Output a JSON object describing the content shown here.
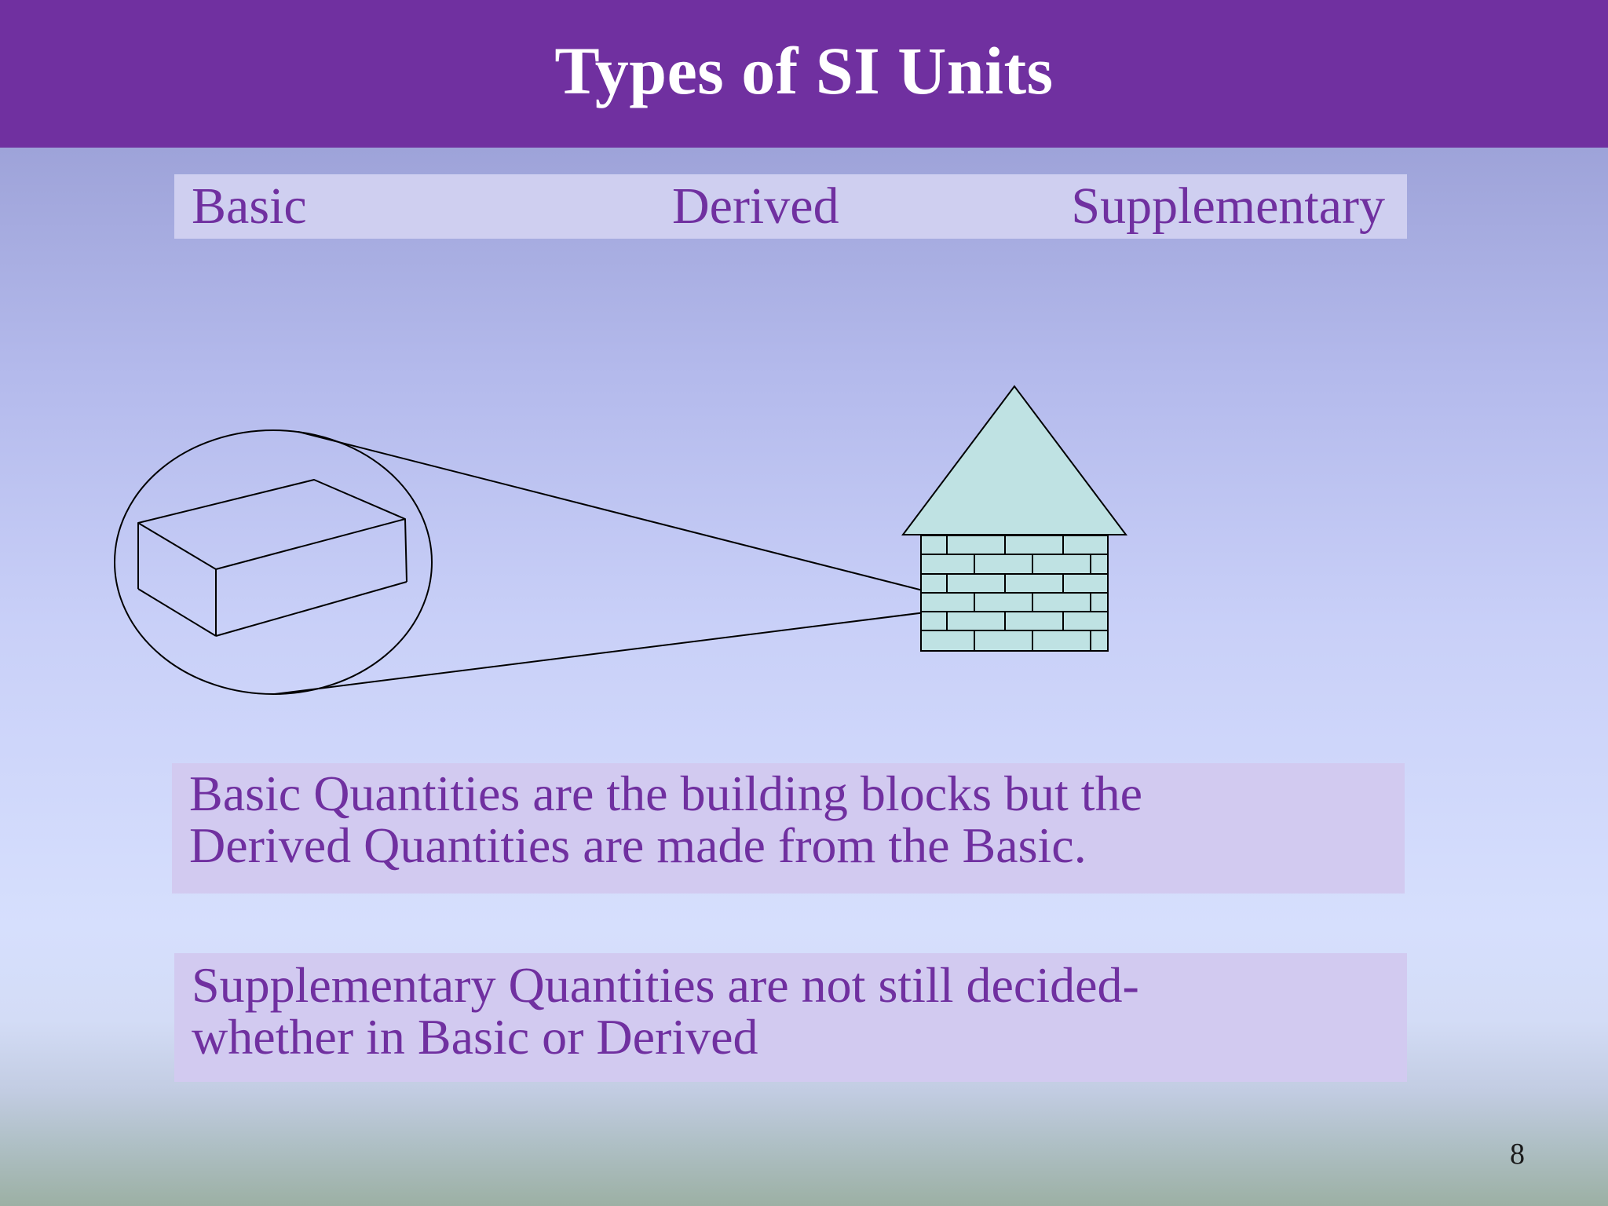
{
  "slide": {
    "title": "Types of SI Units",
    "page_number": "8"
  },
  "categories": {
    "basic": "Basic",
    "derived": "Derived",
    "supplementary": "Supplementary"
  },
  "diagram": {
    "brick_label": "",
    "house_label": ""
  },
  "notes": {
    "basic_derived_line1": "Basic Quantities are the building blocks but the",
    "basic_derived_line2": "Derived Quantities are made from the Basic.",
    "supplementary_line1": "Supplementary Quantities are  not still decided-",
    "supplementary_line2": "whether in Basic or Derived"
  },
  "colors": {
    "title_bar": "#7030a0",
    "accent_text": "#7030a0",
    "house_fill": "#bfe2e3",
    "box_fill": "#d2caf0"
  }
}
